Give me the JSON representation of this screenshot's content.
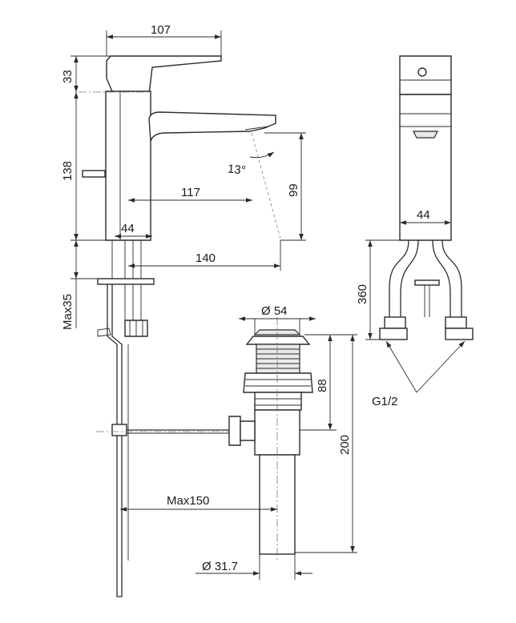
{
  "labels": {
    "width_top": "107",
    "handle_height": "33",
    "body_height": "138",
    "spout_reach": "117",
    "swing_angle": "13°",
    "spout_height": "99",
    "base_diameter_left": "44",
    "projection": "140",
    "max_thickness": "Max35",
    "base_diameter_right": "44",
    "hose_length": "360",
    "waste_diameter": "Ø 54",
    "waste_upper": "88",
    "waste_total": "200",
    "connection": "G1/2",
    "max_distance": "Max150",
    "tail_diameter": "Ø 31.7"
  }
}
